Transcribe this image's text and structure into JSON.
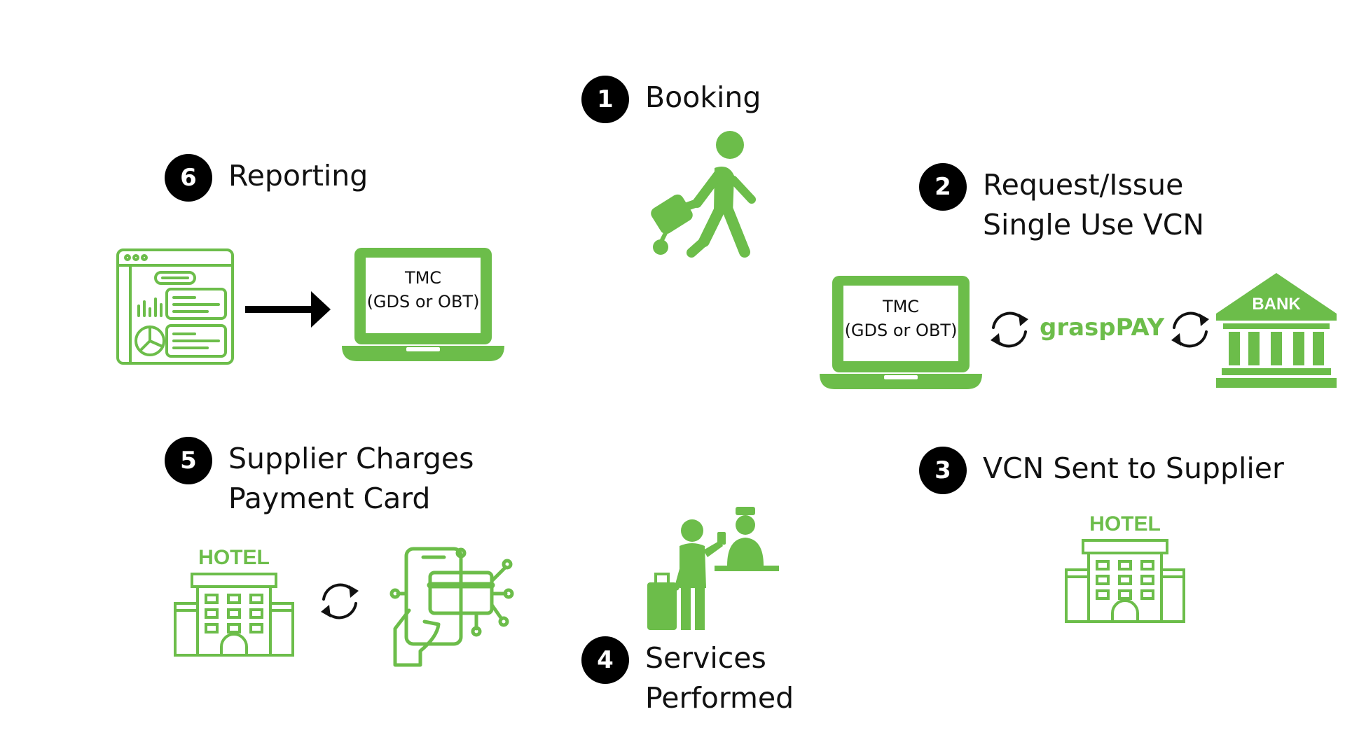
{
  "colors": {
    "accent": "#6cbd4a",
    "badge": "#000000",
    "text": "#111111"
  },
  "steps": [
    {
      "number": "1",
      "lines": [
        "Booking"
      ],
      "icon": "traveler-with-luggage-icon"
    },
    {
      "number": "2",
      "lines": [
        "Request/Issue",
        "Single Use VCN"
      ],
      "icon": "tmc-grasppay-bank-icon"
    },
    {
      "number": "3",
      "lines": [
        "VCN Sent to Supplier"
      ],
      "icon": "hotel-icon"
    },
    {
      "number": "4",
      "lines": [
        "Services",
        "Performed"
      ],
      "icon": "hotel-check-in-icon"
    },
    {
      "number": "5",
      "lines": [
        "Supplier Charges",
        "Payment Card"
      ],
      "icon": "hotel-card-payment-icon"
    },
    {
      "number": "6",
      "lines": [
        "Reporting"
      ],
      "icon": "dashboard-to-tmc-icon"
    }
  ],
  "tmc": {
    "line1": "TMC",
    "line2": "(GDS or OBT)"
  },
  "brand": "graspPAY",
  "bank_label": "BANK",
  "hotel_label": "HOTEL"
}
